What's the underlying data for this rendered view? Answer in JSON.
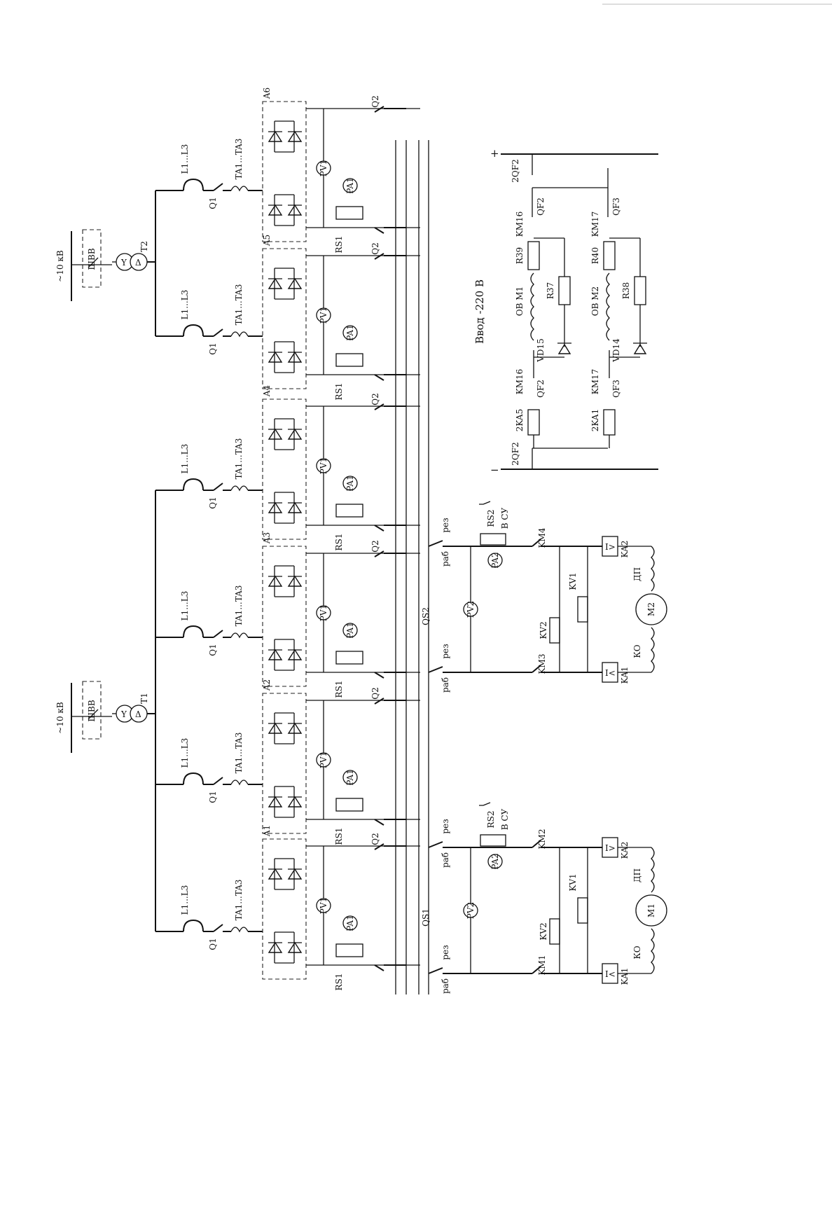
{
  "title": "",
  "supply": {
    "voltage_label": "~10 кВ",
    "vacuum_switch": "ШВВ",
    "transformers": [
      "T1",
      "T2"
    ],
    "winding_star": "Y",
    "winding_delta": "Δ"
  },
  "converter_labels": {
    "reactor": "L1...L3",
    "breaker": "Q1",
    "current_transformer": "TA1...TA3",
    "voltmeter": "PV1",
    "ammeter": "PA1",
    "shunt": "RS1",
    "output_switch": "Q2"
  },
  "converters": [
    "A1",
    "A2",
    "A3",
    "A4",
    "A5",
    "A6"
  ],
  "motor_circuit": {
    "transfer_switches": [
      "QS1",
      "QS2"
    ],
    "position_work": "раб",
    "position_reserve": "рез",
    "voltmeter": "PV2",
    "ammeter": "PA2",
    "shunt": "RS2",
    "to_control": "В СУ",
    "voltage_relays": [
      "KV1",
      "KV2"
    ],
    "relay_undercurrent": "KA1",
    "relay_overcurrent": "KA2",
    "relay_undercurrent_symbol": "I<",
    "relay_overcurrent_symbol": "I>",
    "compensation_winding": "КО",
    "interpole_winding": "ДП",
    "motors": [
      "M1",
      "M2"
    ],
    "contactors": [
      "KM1",
      "KM2",
      "KM3",
      "KM4"
    ]
  },
  "field_circuit": {
    "title": "Ввод -220 В",
    "plus": "+",
    "minus": "−",
    "main_breaker": "2QF2",
    "relays": [
      "2KA5",
      "2KA1"
    ],
    "contactors": [
      "KM16",
      "KM17"
    ],
    "breakers": [
      "QF2",
      "QF3"
    ],
    "windings": [
      "ОВ М1",
      "ОВ М2"
    ],
    "diodes": [
      "VD15",
      "VD14"
    ],
    "resistors_series": [
      "R39",
      "R40"
    ],
    "resistors_parallel": [
      "R37",
      "R38"
    ]
  }
}
